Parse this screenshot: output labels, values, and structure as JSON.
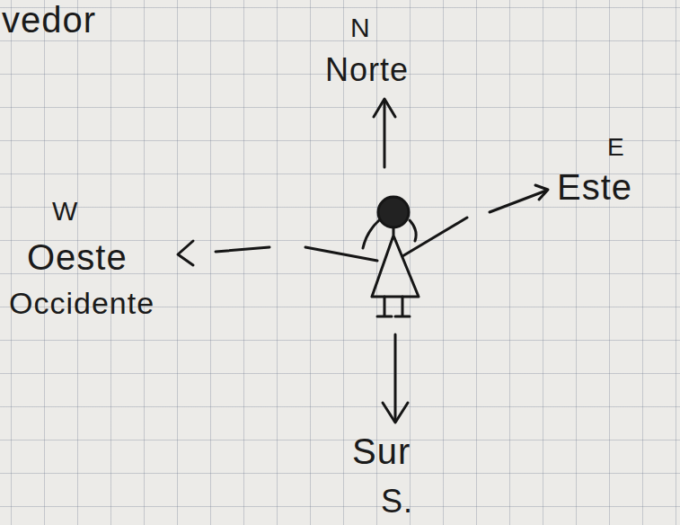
{
  "diagram": {
    "labels": [
      "vedor",
      "N",
      "Norte",
      "E",
      "Este",
      "W",
      "Oeste",
      "Occidente",
      "Sur",
      "S."
    ]
  }
}
